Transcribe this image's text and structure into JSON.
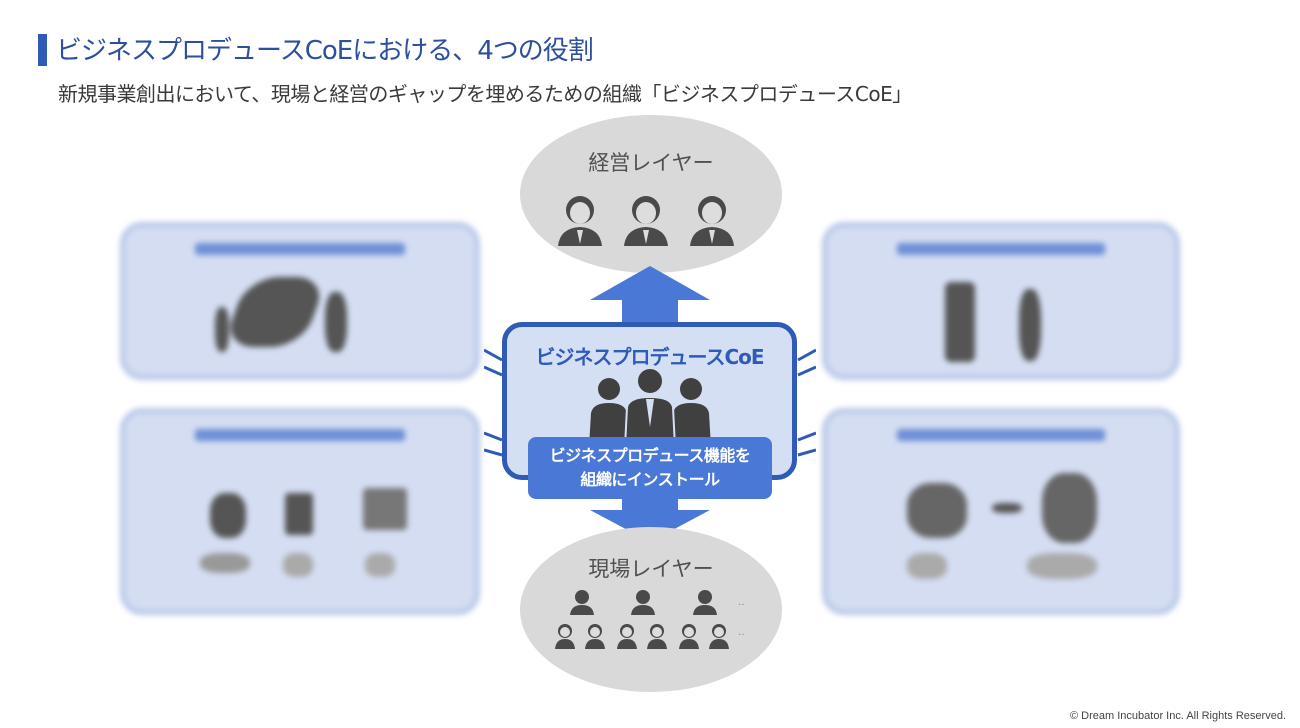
{
  "header": {
    "title": "ビジネスプロデュースCoEにおける、4つの役割",
    "subtitle": "新規事業創出において、現場と経営のギャップを埋めるための組織「ビジネスプロデュースCoE」"
  },
  "diagram": {
    "top_layer": "経営レイヤー",
    "bottom_layer": "現場レイヤー",
    "center_title": "ビジネスプロデュースCoE",
    "install_line1": "ビジネスプロデュース機能を",
    "install_line2": "組織にインストール",
    "ellipsis_marks": [
      "‥",
      "‥"
    ],
    "colors": {
      "accent": "#2f5bb7",
      "arrow": "#4a78d6",
      "panel": "#d4ddf2",
      "layer": "#d9d9d9"
    }
  },
  "footer": {
    "copyright": "© Dream Incubator Inc. All Rights Reserved."
  }
}
